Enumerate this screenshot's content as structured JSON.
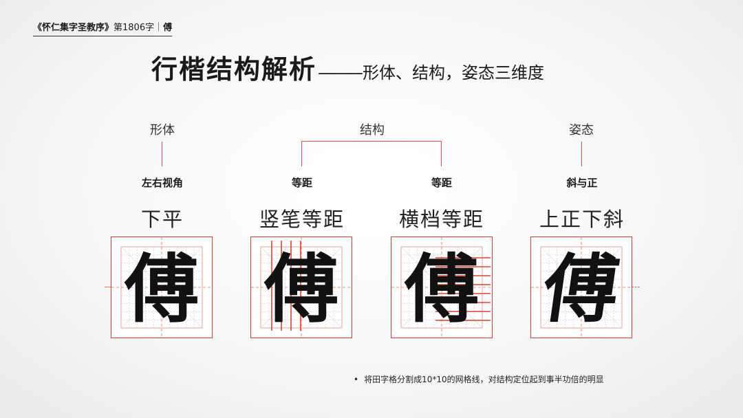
{
  "header": {
    "book": "《怀仁集字圣教序》",
    "number": "第1806字",
    "separator": "｜",
    "char": "傅"
  },
  "title": {
    "main": "行楷结构解析",
    "dash": "———",
    "sub": "形体、结构，姿态三维度"
  },
  "categories": [
    "形体",
    "结构",
    "姿态"
  ],
  "panels": [
    {
      "label": "左右视角",
      "phrase": "下平"
    },
    {
      "label": "等距",
      "phrase": "竖笔等距"
    },
    {
      "label": "等距",
      "phrase": "横档等距"
    },
    {
      "label": "斜与正",
      "phrase": "上正下斜"
    }
  ],
  "character": "傅",
  "note": {
    "bullet": "•",
    "text": "将田字格分割成10*10的网格线，对结构定位起到事半功倍的明显"
  },
  "colors": {
    "accent": "#c6412f",
    "guide": "#e36b55",
    "text": "#1a1a1a"
  }
}
